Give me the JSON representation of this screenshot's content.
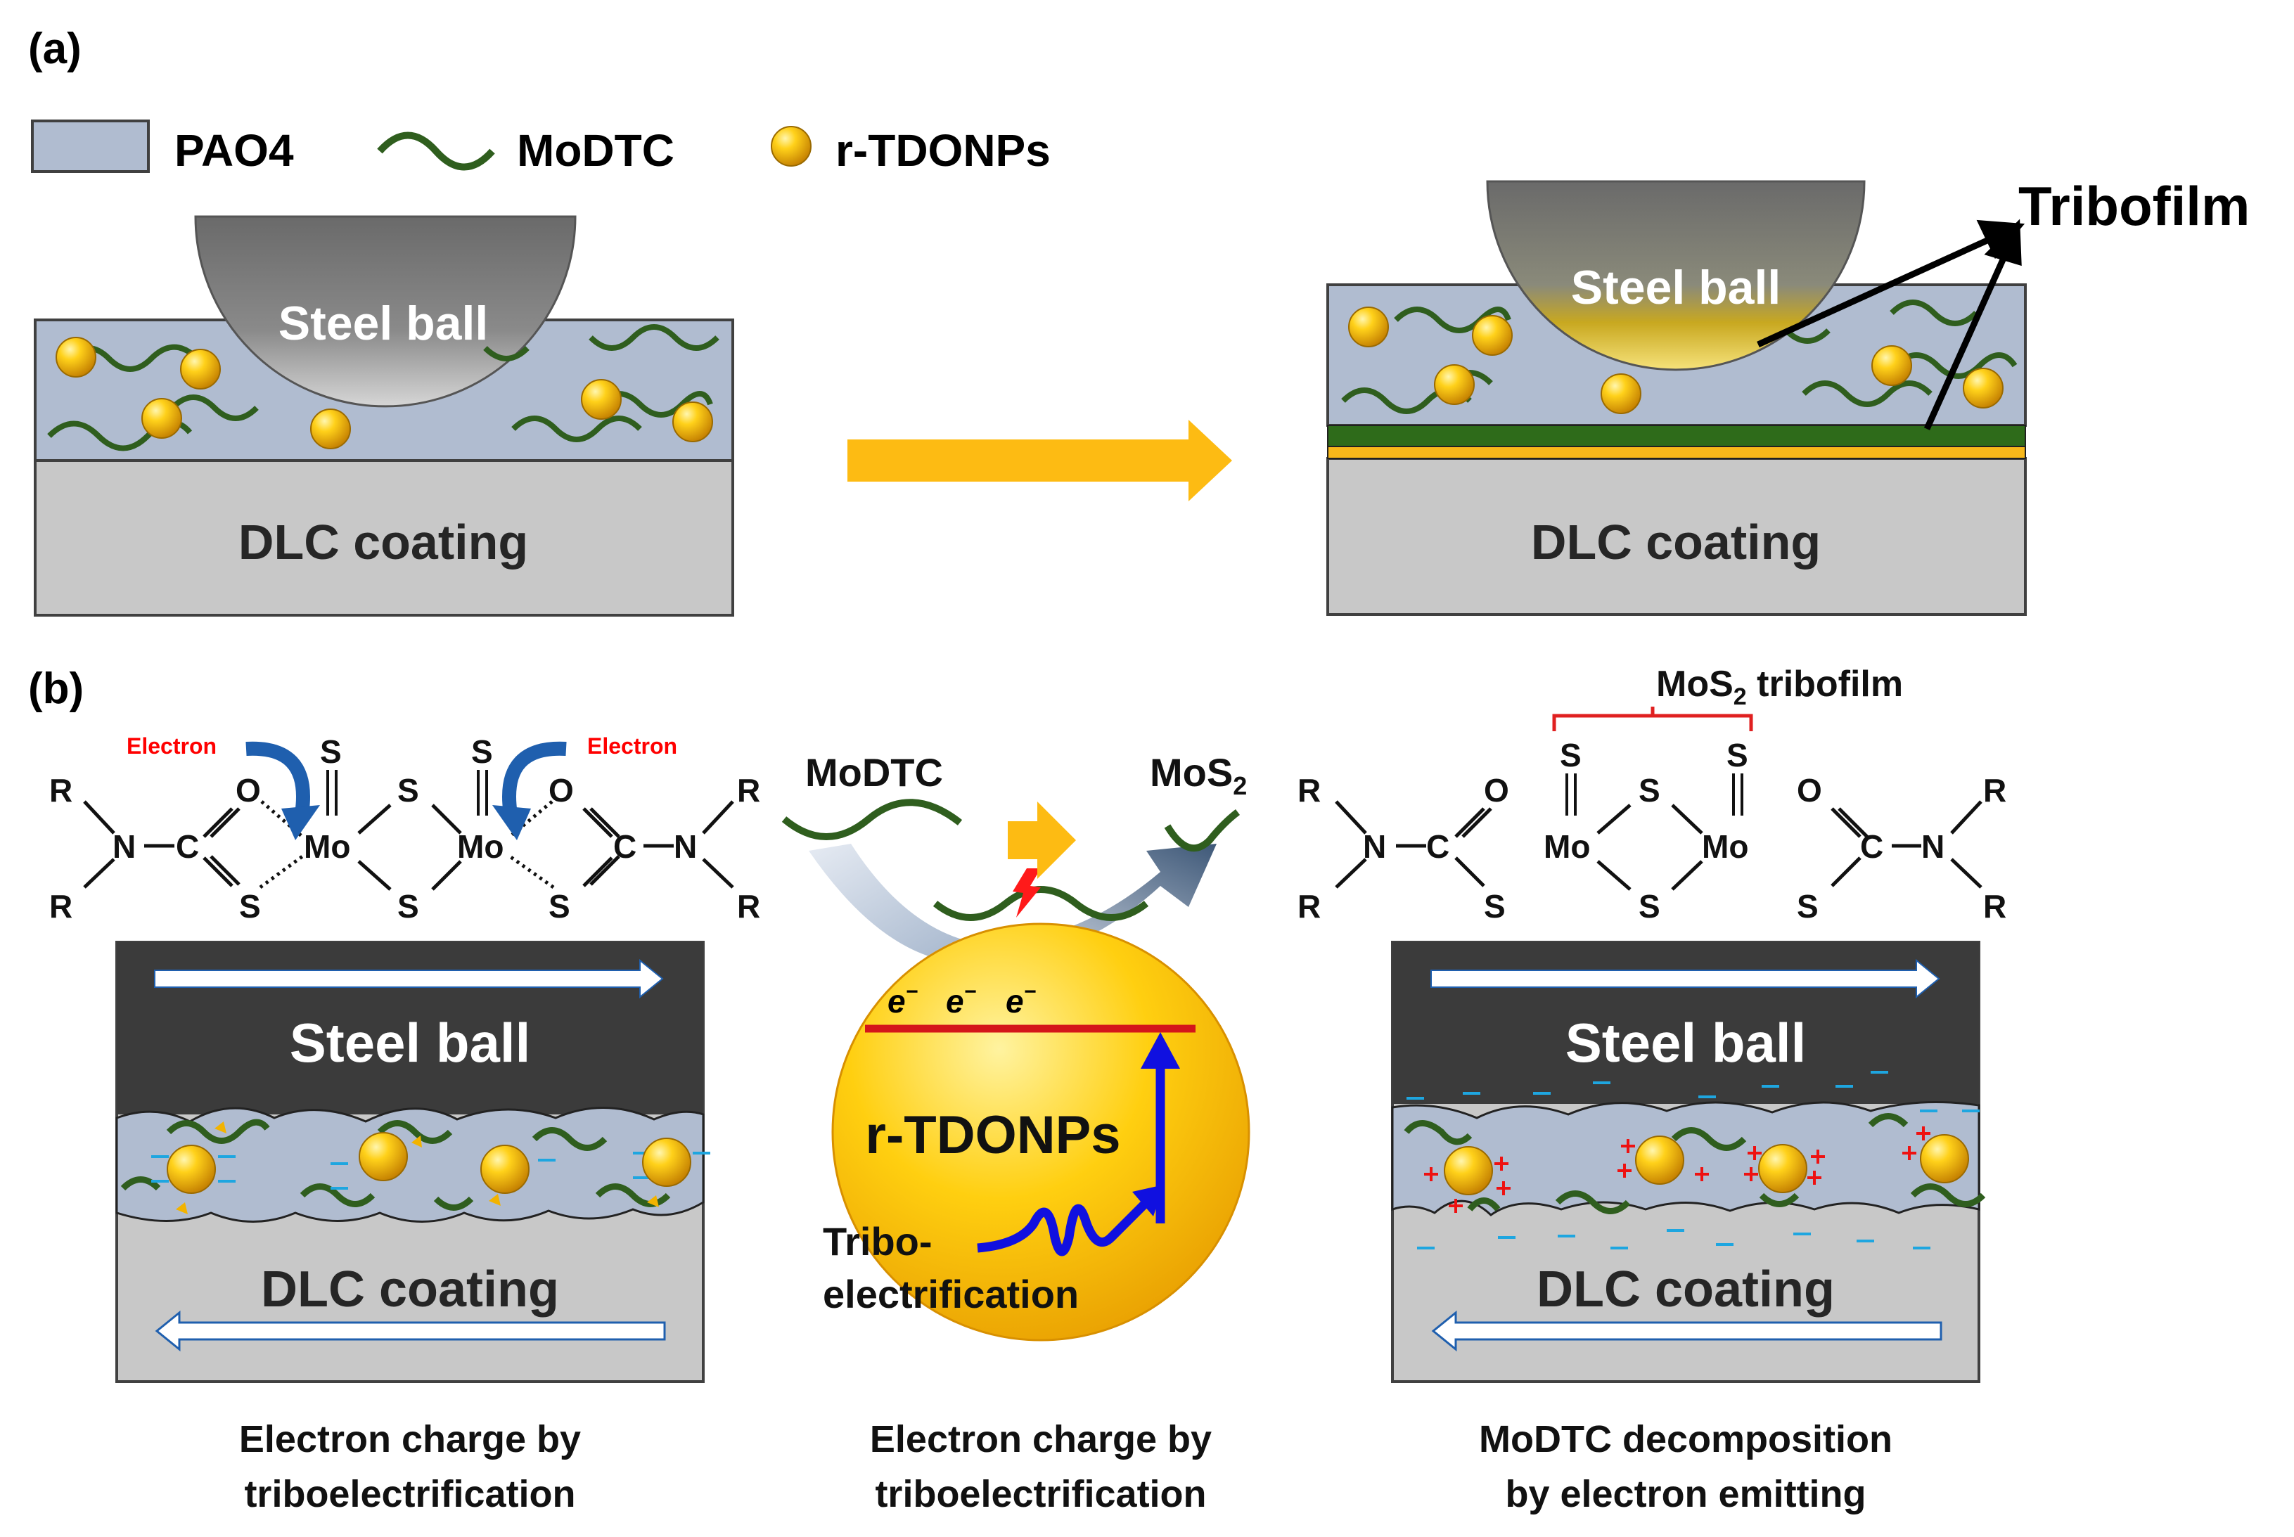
{
  "panel_a": {
    "label": "(a)",
    "legend": [
      {
        "icon": "pao4-swatch",
        "label": "PAO4"
      },
      {
        "icon": "modtc-wave",
        "label": "MoDTC"
      },
      {
        "icon": "nanoparticle-sphere",
        "label": "r-TDONPs"
      }
    ],
    "left": {
      "ball_label": "Steel ball",
      "substrate_label": "DLC coating"
    },
    "right": {
      "ball_label": "Steel ball",
      "substrate_label": "DLC coating",
      "tribofilm_label": "Tribofilm"
    }
  },
  "panel_b": {
    "label": "(b)",
    "left": {
      "electron_label_1": "Electron",
      "electron_label_2": "Electron",
      "ball_label": "Steel ball",
      "substrate_label": "DLC coating",
      "caption_line1": "Electron charge by",
      "caption_line2": "triboelectrification"
    },
    "middle": {
      "modtc_label": "MoDTC",
      "mos2_label": "MoS",
      "mos2_sub": "2",
      "electron_symbol": "e",
      "electron_sup": "−",
      "particle_label": "r-TDONPs",
      "tribo_line1": "Tribo-",
      "tribo_line2": "electrification",
      "caption_line1": "Electron charge by",
      "caption_line2": "triboelectrification"
    },
    "right": {
      "film_label": "MoS",
      "film_sub": "2",
      "film_suffix": " tribofilm",
      "ball_label": "Steel ball",
      "substrate_label": "DLC coating",
      "caption_line1": "MoDTC decomposition",
      "caption_line2": "by electron emitting"
    },
    "atoms": {
      "R": "R",
      "N": "N",
      "C": "C",
      "O": "O",
      "S": "S",
      "Mo": "Mo"
    }
  },
  "colors": {
    "pao4": "#b0bcd0",
    "dlc": "#c8c8c8",
    "modtc": "#2f5e1e",
    "nanoparticle": "#f2b300",
    "arrow_gold": "#fdbb13",
    "tribofilm_green": "#2e6b1a",
    "tribofilm_gold": "#f8b81a",
    "electron_red": "#ff0000",
    "charge_blue": "#1ea6e0",
    "electron_arrow_blue": "#1f5fae"
  }
}
